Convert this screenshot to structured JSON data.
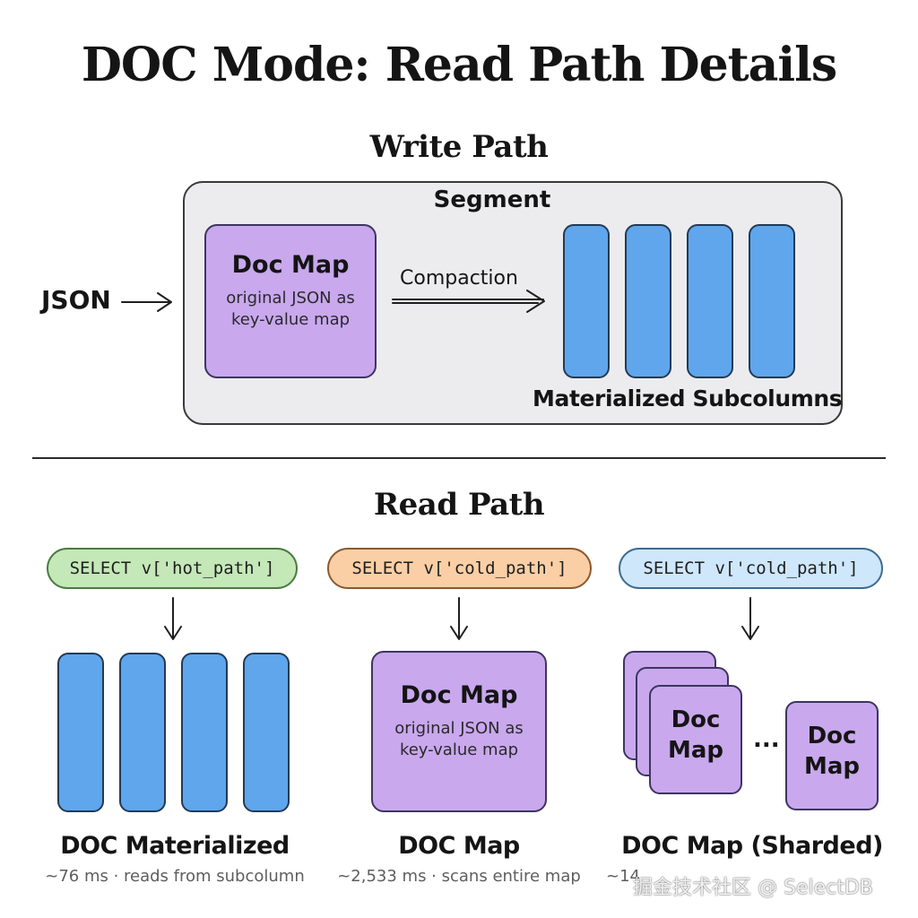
{
  "title": "DOC Mode: Read Path Details",
  "write_path": {
    "heading": "Write Path",
    "input_label": "JSON",
    "segment_label": "Segment",
    "doc_map": {
      "title": "Doc Map",
      "desc_line1": "original JSON as",
      "desc_line2": "key-value map"
    },
    "compaction_label": "Compaction",
    "subcolumns_label": "Materialized Subcolumns"
  },
  "read_path": {
    "heading": "Read Path",
    "columns": [
      {
        "query": "SELECT v['hot_path']",
        "query_color": "#c4e8b8",
        "title": "DOC Materialized",
        "subtitle": "~76 ms · reads from subcolumn"
      },
      {
        "query": "SELECT v['cold_path']",
        "query_color": "#fbcfa6",
        "title": "DOC Map",
        "subtitle": "~2,533 ms · scans entire map",
        "doc_map": {
          "title": "Doc Map",
          "desc_line1": "original JSON as",
          "desc_line2": "key-value map"
        }
      },
      {
        "query": "SELECT v['cold_path']",
        "query_color": "#cfe7fb",
        "title": "DOC Map (Sharded)",
        "subtitle": "~14",
        "shard_label_line1": "Doc",
        "shard_label_line2": "Map",
        "ellipsis": "..."
      }
    ]
  },
  "watermark": "掘金技术社区 @ SelectDB",
  "colors": {
    "doc_map_fill": "#c9a8ee",
    "subcolumn_fill": "#5fa6ec",
    "segment_fill": "#ececef"
  }
}
